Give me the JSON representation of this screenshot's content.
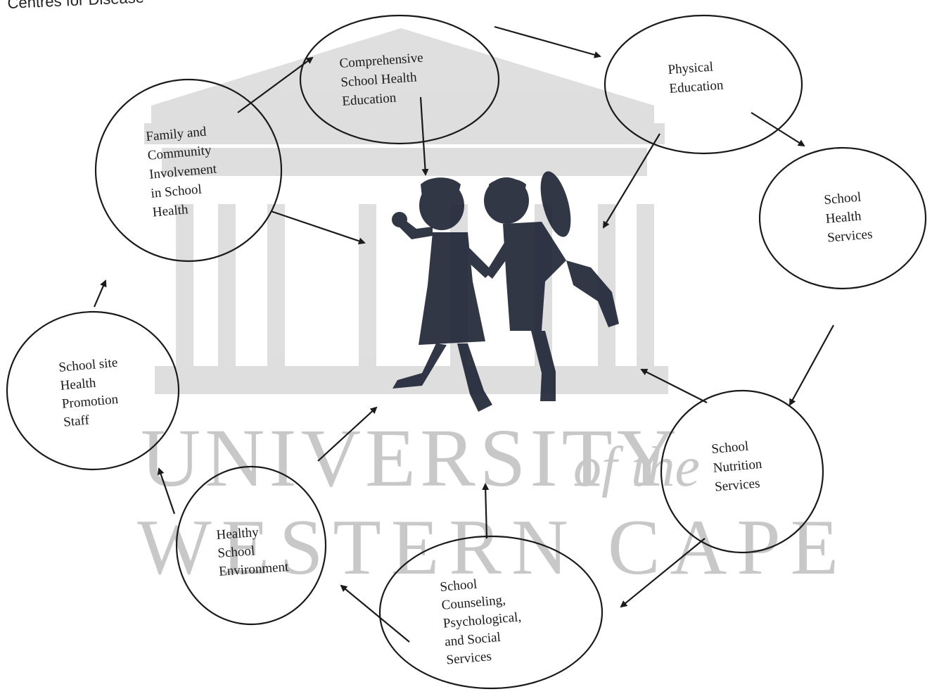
{
  "header": {
    "text": "Centres for Disease"
  },
  "watermark": {
    "line1": "UNIVERSITY",
    "line1_suffix": "of the",
    "line2": "WESTERN CAPE",
    "color": "#c8c8c8"
  },
  "center_image": {
    "icon": "children-silhouette-icon",
    "color": "#1c2233"
  },
  "nodes": [
    {
      "id": "comprehensive-school-health-education",
      "lines": [
        "Comprehensive",
        "School Health",
        "Education"
      ]
    },
    {
      "id": "physical-education",
      "lines": [
        "Physical",
        "Education"
      ]
    },
    {
      "id": "school-health-services",
      "lines": [
        "School",
        "Health",
        "Services"
      ]
    },
    {
      "id": "school-nutrition-services",
      "lines": [
        "School",
        "Nutrition",
        "Services"
      ]
    },
    {
      "id": "school-counseling-psychological-social-services",
      "lines": [
        "School",
        "Counseling,",
        "Psychological,",
        "and Social",
        "Services"
      ]
    },
    {
      "id": "healthy-school-environment",
      "lines": [
        "Healthy",
        "School",
        "Environment"
      ]
    },
    {
      "id": "school-site-health-promotion-staff",
      "lines": [
        "School site",
        "Health",
        "Promotion",
        "Staff"
      ]
    },
    {
      "id": "family-community-involvement",
      "lines": [
        "Family and",
        "Community",
        "Involvement",
        "in School",
        "Health"
      ]
    }
  ]
}
